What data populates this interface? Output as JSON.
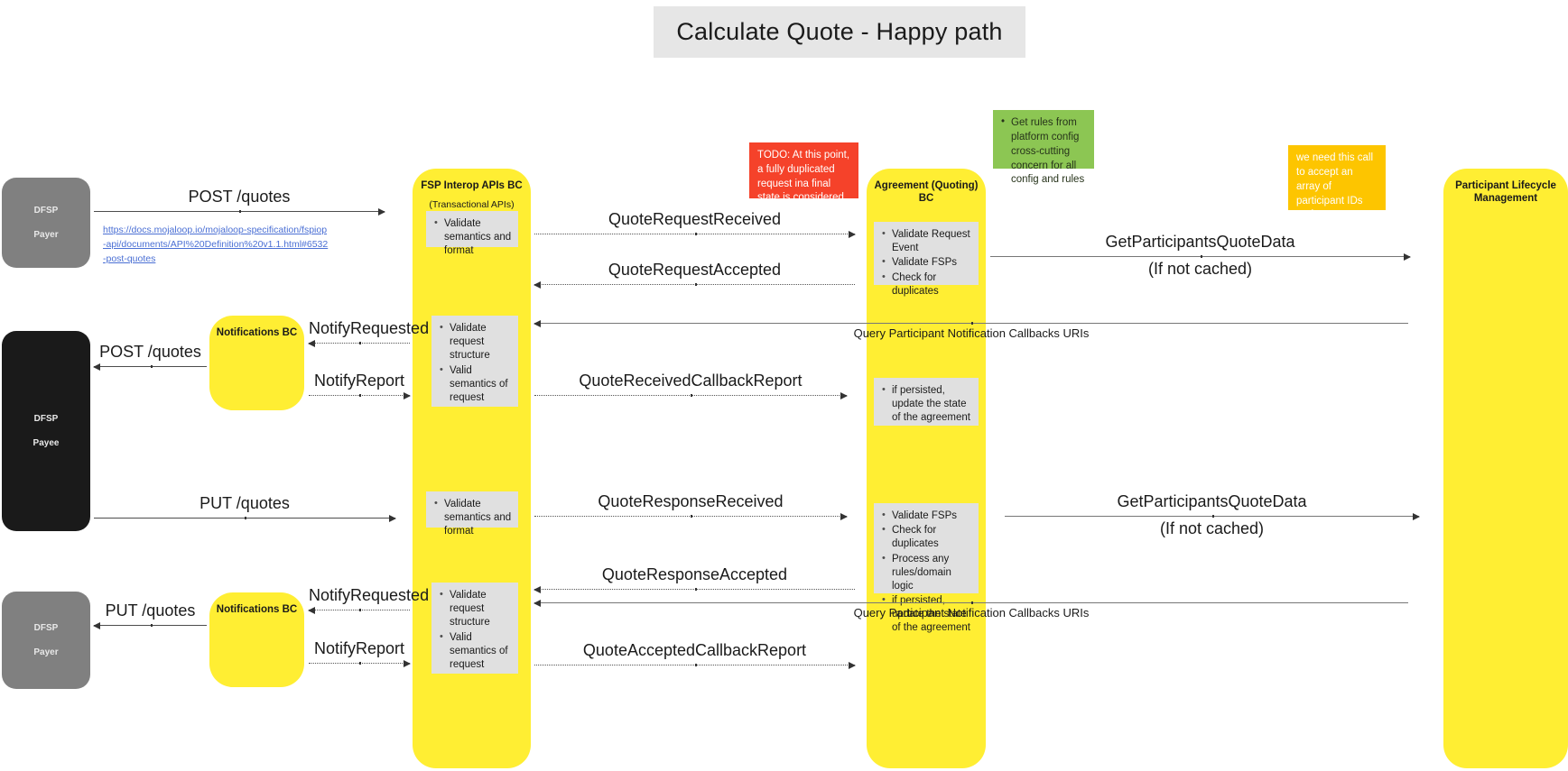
{
  "title": "Calculate Quote - Happy path",
  "lanes": [
    {
      "id": "fsp-interop",
      "label": "FSP Interop APIs BC",
      "sublabel": "(Transactional APIs)"
    },
    {
      "id": "notifications-top",
      "label": "Notifications BC",
      "sublabel": ""
    },
    {
      "id": "notifications-bottom",
      "label": "Notifications BC",
      "sublabel": ""
    },
    {
      "id": "agreement-quoting",
      "label": "Agreement (Quoting) BC",
      "sublabel": ""
    },
    {
      "id": "participant-lifecycle",
      "label": "Participant Lifecycle Management",
      "sublabel": ""
    }
  ],
  "actors": [
    {
      "id": "dfsp-payer-top",
      "line1": "DFSP",
      "line2": "Payer",
      "color": "#808080"
    },
    {
      "id": "dfsp-payee",
      "line1": "DFSP",
      "line2": "Payee",
      "color": "#1a1a1a"
    },
    {
      "id": "dfsp-payer-bottom",
      "line1": "DFSP",
      "line2": "Payer",
      "color": "#808080"
    }
  ],
  "link": {
    "text": "https://docs.mojaloop.io/mojaloop-specification/fspiop-api/documents/API%20Definition%20v1.1.html#6532-post-quotes"
  },
  "notes": {
    "fsp_validate_semantics_1": [
      "Validate semantics and format"
    ],
    "fsp_validate_request_1": [
      "Validate request structure",
      "Valid semantics of request"
    ],
    "fsp_validate_semantics_2": [
      "Validate semantics and format"
    ],
    "fsp_validate_request_2": [
      "Validate request structure",
      "Valid semantics of request"
    ],
    "agreement_validate_1": [
      "Validate Request Event",
      "Validate FSPs",
      "Check for duplicates"
    ],
    "agreement_persist_1": [
      "if persisted, update the state of the agreement"
    ],
    "agreement_validate_2": [
      "Validate FSPs",
      "Check for duplicates",
      "Process any rules/domain logic",
      "if persisted, update the state of the agreement"
    ]
  },
  "stickies": {
    "todo_red": "TODO: At this point, a fully duplicated request ina final state is considered a get request",
    "green_rules": [
      "Get rules from platform config cross-cutting concern for all config and rules"
    ],
    "orange_participants": "we need this call to accept an array of participant IDs and return relevant participant data, including status flags"
  },
  "messages": {
    "post_quotes_1": "POST /quotes",
    "quote_request_received": "QuoteRequestReceived",
    "quote_request_accepted": "QuoteRequestAccepted",
    "get_participants_quote_data_1": "GetParticipantsQuoteData",
    "if_not_cached_1": "(If not cached)",
    "notify_requested_1": "NotifyRequested",
    "notify_report_1": "NotifyReport",
    "post_quotes_2": "POST /quotes",
    "query_participant_callbacks_1": "Query Participant Notification Callbacks URIs",
    "quote_received_callback_report": "QuoteReceivedCallbackReport",
    "put_quotes_1": "PUT /quotes",
    "quote_response_received": "QuoteResponseReceived",
    "get_participants_quote_data_2": "GetParticipantsQuoteData",
    "if_not_cached_2": "(If not cached)",
    "quote_response_accepted": "QuoteResponseAccepted",
    "notify_requested_2": "NotifyRequested",
    "query_participant_callbacks_2": "Query Participant Notification Callbacks URIs",
    "put_quotes_2": "PUT /quotes",
    "notify_report_2": "NotifyReport",
    "quote_accepted_callback_report": "QuoteAcceptedCallbackReport"
  },
  "colors": {
    "lane_yellow": "#ffee33",
    "note_grey": "#e0e0e0",
    "sticky_red": "#f5422a",
    "sticky_green": "#8cc653",
    "sticky_orange": "#fdc500",
    "actor_gray": "#808080",
    "actor_black": "#1a1a1a",
    "title_bg": "#e6e6e6",
    "link_blue": "#4a6fd4"
  }
}
